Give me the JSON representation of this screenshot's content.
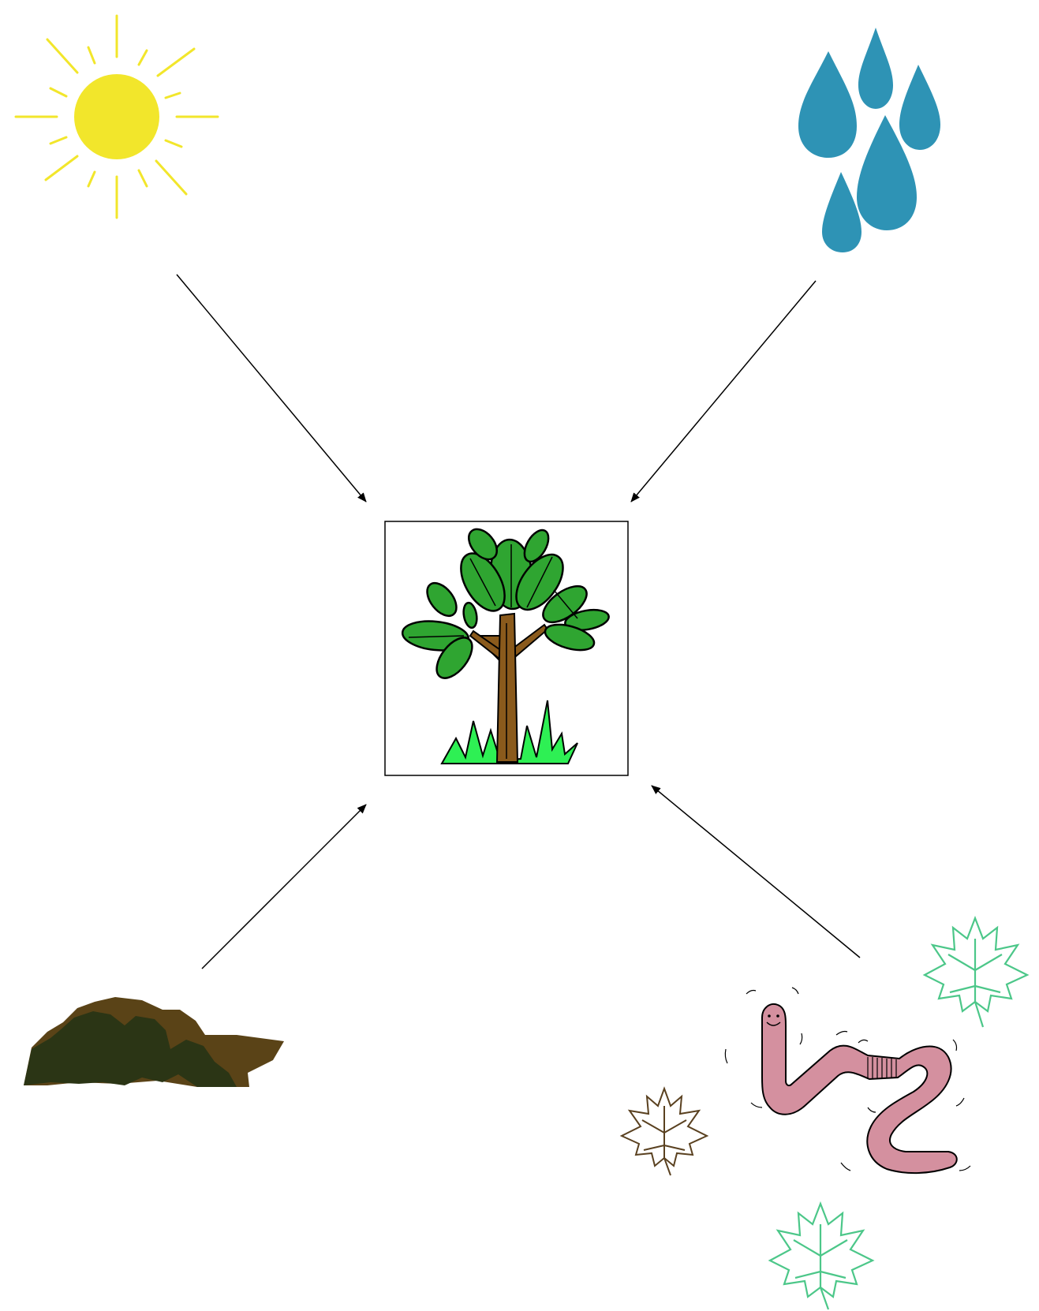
{
  "diagram": {
    "nodes": [
      {
        "id": "sun",
        "icon": "sun-icon"
      },
      {
        "id": "rain",
        "icon": "raindrops-icon"
      },
      {
        "id": "tree",
        "icon": "tree-icon"
      },
      {
        "id": "soil",
        "icon": "soil-icon"
      },
      {
        "id": "worm-leaves",
        "icon": "earthworm-icon"
      }
    ],
    "edges": [
      {
        "from": "sun",
        "to": "tree"
      },
      {
        "from": "rain",
        "to": "tree"
      },
      {
        "from": "soil",
        "to": "tree"
      },
      {
        "from": "worm-leaves",
        "to": "tree"
      }
    ]
  },
  "colors": {
    "sun": "#f2e62b",
    "rain": "#2e93b5",
    "leaf_green": "#2fa531",
    "grass_green": "#2ef054",
    "trunk_brown": "#8a5a1c",
    "soil_dark": "#2b3515",
    "soil_brown": "#5a4317",
    "worm_pink": "#d4909f",
    "leaf_outline_mint": "#4cc789",
    "leaf_outline_brown": "#5a4120",
    "arrow": "#000000"
  }
}
